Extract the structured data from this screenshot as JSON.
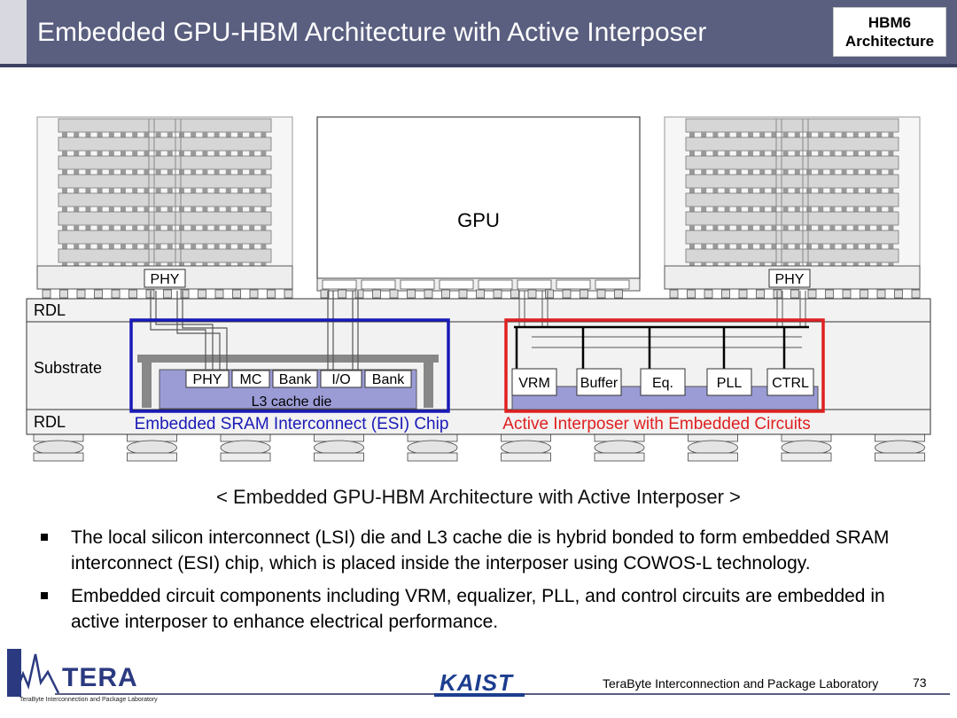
{
  "header": {
    "title": "Embedded GPU-HBM Architecture with Active Interposer",
    "badge_line1": "HBM6",
    "badge_line2": "Architecture"
  },
  "diagram": {
    "gpu": "GPU",
    "phy_left": "PHY",
    "phy_right": "PHY",
    "rdl_top": "RDL",
    "substrate": "Substrate",
    "rdl_bottom": "RDL",
    "esi_blocks": [
      "PHY",
      "MC",
      "Bank",
      "I/O",
      "Bank"
    ],
    "l3_cache": "L3 cache die",
    "esi_label": "Embedded SRAM Interconnect (ESI) Chip",
    "active_blocks": [
      "VRM",
      "Buffer",
      "Eq.",
      "PLL",
      "CTRL"
    ],
    "active_label": "Active Interposer with Embedded Circuits",
    "colors": {
      "esi": "#1a1ab8",
      "active": "#e02020",
      "die": "#9b9bd6"
    }
  },
  "caption": "< Embedded GPU-HBM Architecture with Active Interposer >",
  "bullets": [
    "The local silicon interconnect (LSI) die and L3 cache die is hybrid bonded to form embedded SRAM interconnect (ESI) chip, which is placed inside the interposer using COWOS-L technology.",
    "Embedded circuit components including VRM, equalizer, PLL, and control circuits are embedded in active interposer to enhance electrical performance."
  ],
  "footer": {
    "logo_text": "TERA",
    "logo_subtext": "TeraByte Interconnection and Package Laboratory",
    "kaist": "KAIST",
    "lab_name": "TeraByte Interconnection and Package Laboratory",
    "page_number": "73"
  }
}
